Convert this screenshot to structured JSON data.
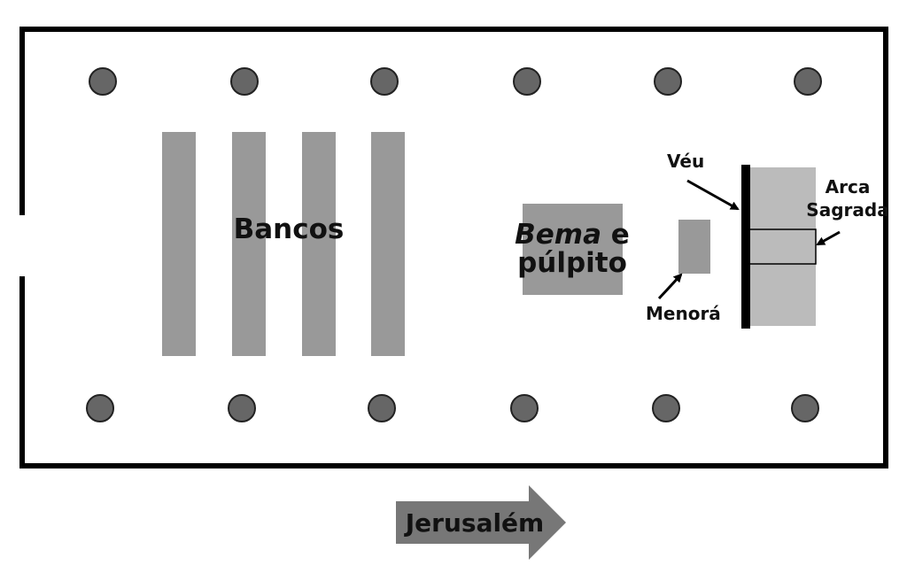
{
  "labels": {
    "bancos": "Bancos",
    "bema_italic": "Bema",
    "bema_rest": " e",
    "pulpito": "púlpito",
    "veu": "Véu",
    "arca_line1": "Arca",
    "arca_line2": "Sagrada",
    "menora": "Menorá",
    "jerusalem": "Jerusalém"
  },
  "colors": {
    "wall": "#000000",
    "column": "#666666",
    "bench": "#999999",
    "bema": "#999999",
    "menorah": "#999999",
    "ark": "#bbbbbb",
    "arrow": "#777777",
    "background": "#ffffff"
  },
  "counts": {
    "columns_per_row": 6,
    "benches": 4
  }
}
